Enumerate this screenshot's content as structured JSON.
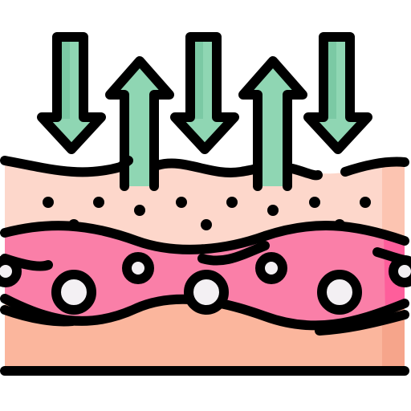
{
  "icon": {
    "name": "skin-layers-absorption-icon",
    "layers": [
      {
        "name": "epidermis-layer",
        "fill": "#fdd7cb",
        "shade": "#fcc4b1"
      },
      {
        "name": "dermis-layer",
        "fill": "#fa7fa8",
        "shade": "#fe5e9b"
      },
      {
        "name": "hypodermis-layer",
        "fill": "#fbb69d",
        "shade": "#f6a58b"
      }
    ],
    "arrows": {
      "fill": "#8fd6b3",
      "shade": "#6cbf97",
      "down_count": 3,
      "up_count": 2
    },
    "cell_fill": "#f3f0f3",
    "outline": "#000000"
  }
}
